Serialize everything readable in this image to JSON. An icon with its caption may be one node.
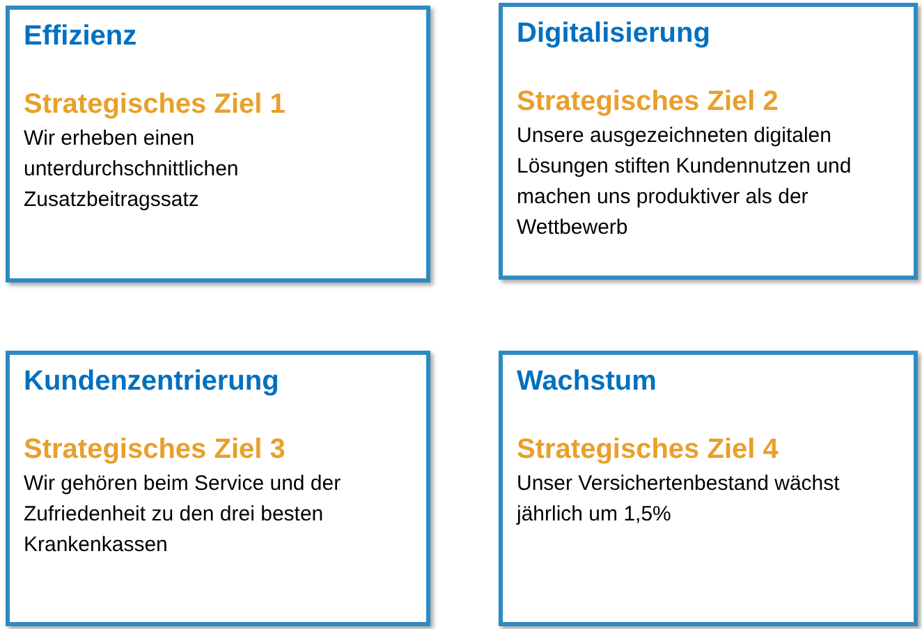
{
  "diagram": {
    "nodes": [
      {
        "text": [
          "Effizienz",
          "Strategisches Ziel 1",
          "Wir erheben einen unterdurchschnittlichen Zusatzbeitragssatz"
        ]
      },
      {
        "text": [
          "Digitalisierung",
          "Strategisches Ziel 2",
          "Unsere ausgezeichneten digitalen Lösungen stiften Kundennutzen und machen uns produktiver als der Wettbewerb"
        ]
      },
      {
        "text": [
          "Kundenzentrierung",
          "Strategisches Ziel 3",
          "Wir gehören beim Service und der Zufriedenheit zu den drei besten Krankenkassen"
        ]
      },
      {
        "text": [
          "Wachstum",
          "Strategisches Ziel 4",
          "Unser Versichertenbestand wächst jährlich um 1,5%"
        ]
      }
    ]
  }
}
